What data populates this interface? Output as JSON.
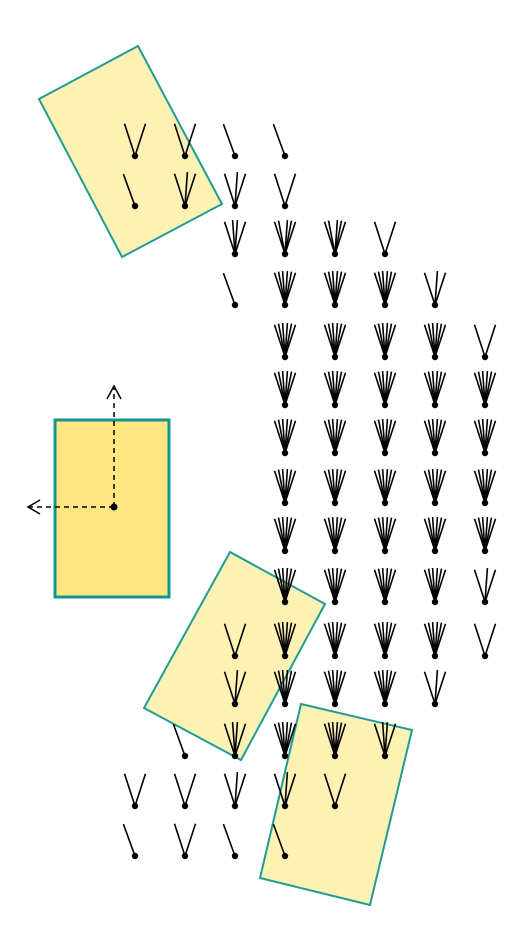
{
  "diagram": {
    "colors": {
      "background": "#ffffff",
      "ink": "#000000",
      "window_fill": "#fdf1b4",
      "window_stroke": "#1f9c95",
      "reference_fill": "#ffe680",
      "reference_stroke": "#12948f"
    },
    "icons": [
      "dot-icon",
      "arrow-left-icon",
      "arrow-up-icon"
    ],
    "glyph_strokes": [
      [
        2,
        2,
        1,
        1,
        0,
        0,
        0,
        0,
        0,
        0
      ],
      [
        1,
        3,
        3,
        2,
        0,
        0,
        0,
        0,
        0,
        0
      ],
      [
        0,
        0,
        4,
        5,
        5,
        2,
        0,
        0,
        0,
        0
      ],
      [
        0,
        0,
        1,
        6,
        6,
        6,
        3,
        0,
        0,
        0
      ],
      [
        0,
        0,
        0,
        6,
        6,
        6,
        6,
        2,
        0,
        0
      ],
      [
        0,
        0,
        0,
        6,
        6,
        6,
        6,
        6,
        0,
        0
      ],
      [
        0,
        0,
        0,
        6,
        6,
        6,
        6,
        6,
        0,
        0
      ],
      [
        0,
        0,
        0,
        6,
        6,
        6,
        6,
        6,
        0,
        0
      ],
      [
        0,
        0,
        0,
        6,
        6,
        6,
        6,
        6,
        0,
        0
      ],
      [
        0,
        0,
        0,
        6,
        6,
        6,
        6,
        3,
        0,
        0
      ],
      [
        0,
        0,
        2,
        6,
        6,
        6,
        6,
        2,
        0,
        0
      ],
      [
        0,
        0,
        3,
        6,
        6,
        6,
        3,
        0,
        0,
        0
      ],
      [
        0,
        1,
        4,
        6,
        6,
        4,
        0,
        0,
        0,
        0
      ],
      [
        2,
        2,
        3,
        3,
        2,
        0,
        0,
        0,
        0,
        0
      ],
      [
        1,
        2,
        1,
        1,
        0,
        0,
        0,
        0,
        0,
        0
      ]
    ]
  }
}
